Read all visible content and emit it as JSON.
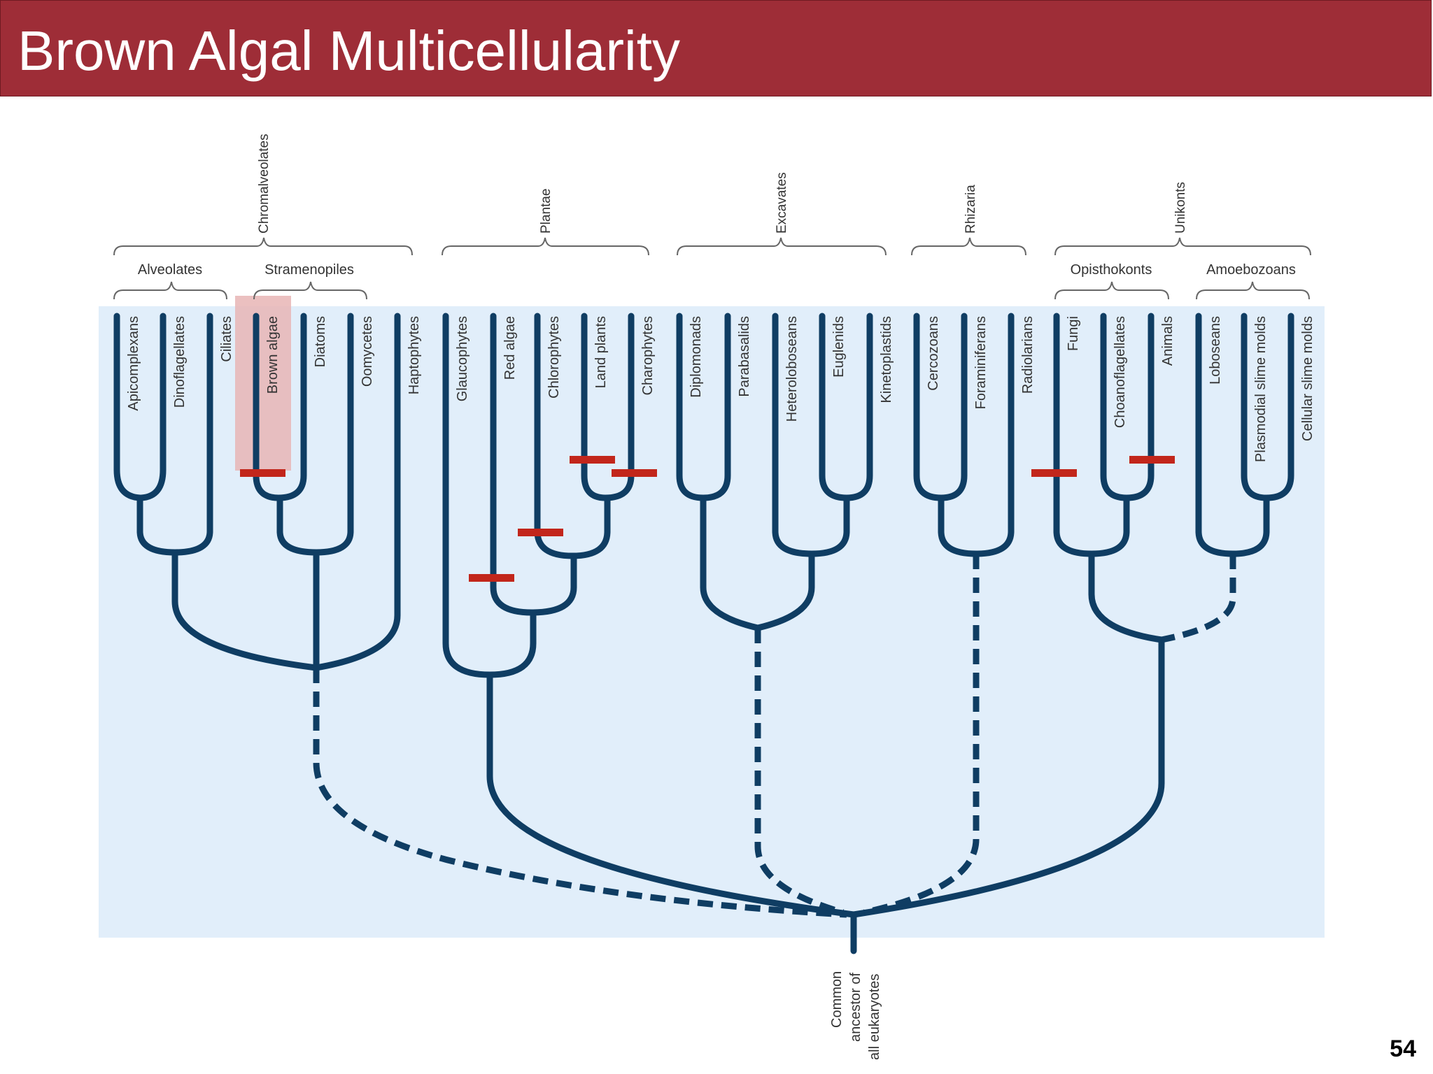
{
  "slide": {
    "title": "Brown Algal Multicellularity",
    "page_number": "54"
  },
  "colors": {
    "title_bar": "#9e2d37",
    "tree_line": "#0f3d63",
    "panel": "#e1eefa",
    "marker": "#c2261b",
    "highlight": "#e8b5b5"
  },
  "supergroups": [
    "Chromalveolates",
    "Plantae",
    "Excavates",
    "Rhizaria",
    "Unikonts"
  ],
  "subgroups": [
    "Alveolates",
    "Stramenopiles",
    "Opisthokonts",
    "Amoebozoans"
  ],
  "taxa": [
    "Apicomplexans",
    "Dinoflagellates",
    "Ciliates",
    "Brown algae",
    "Diatoms",
    "Oomycetes",
    "Haptophytes",
    "Glaucophytes",
    "Red algae",
    "Chlorophytes",
    "Land plants",
    "Charophytes",
    "Diplomonads",
    "Parabasalids",
    "Heteroloboseans",
    "Euglenids",
    "Kinetoplastids",
    "Cercozoans",
    "Foraminiferans",
    "Radiolarians",
    "Fungi",
    "Choanoflagellates",
    "Animals",
    "Loboseans",
    "Plasmodial slime molds",
    "Cellular slime molds"
  ],
  "highlighted_taxon": "Brown algae",
  "multicellularity_markers": [
    "Brown algae",
    "Red algae",
    "Chlorophytes",
    "Land plants",
    "Charophytes",
    "Fungi",
    "Animals"
  ],
  "root_label": {
    "line1": "Common",
    "line2": "ancestor of",
    "line3": "all eukaryotes"
  }
}
